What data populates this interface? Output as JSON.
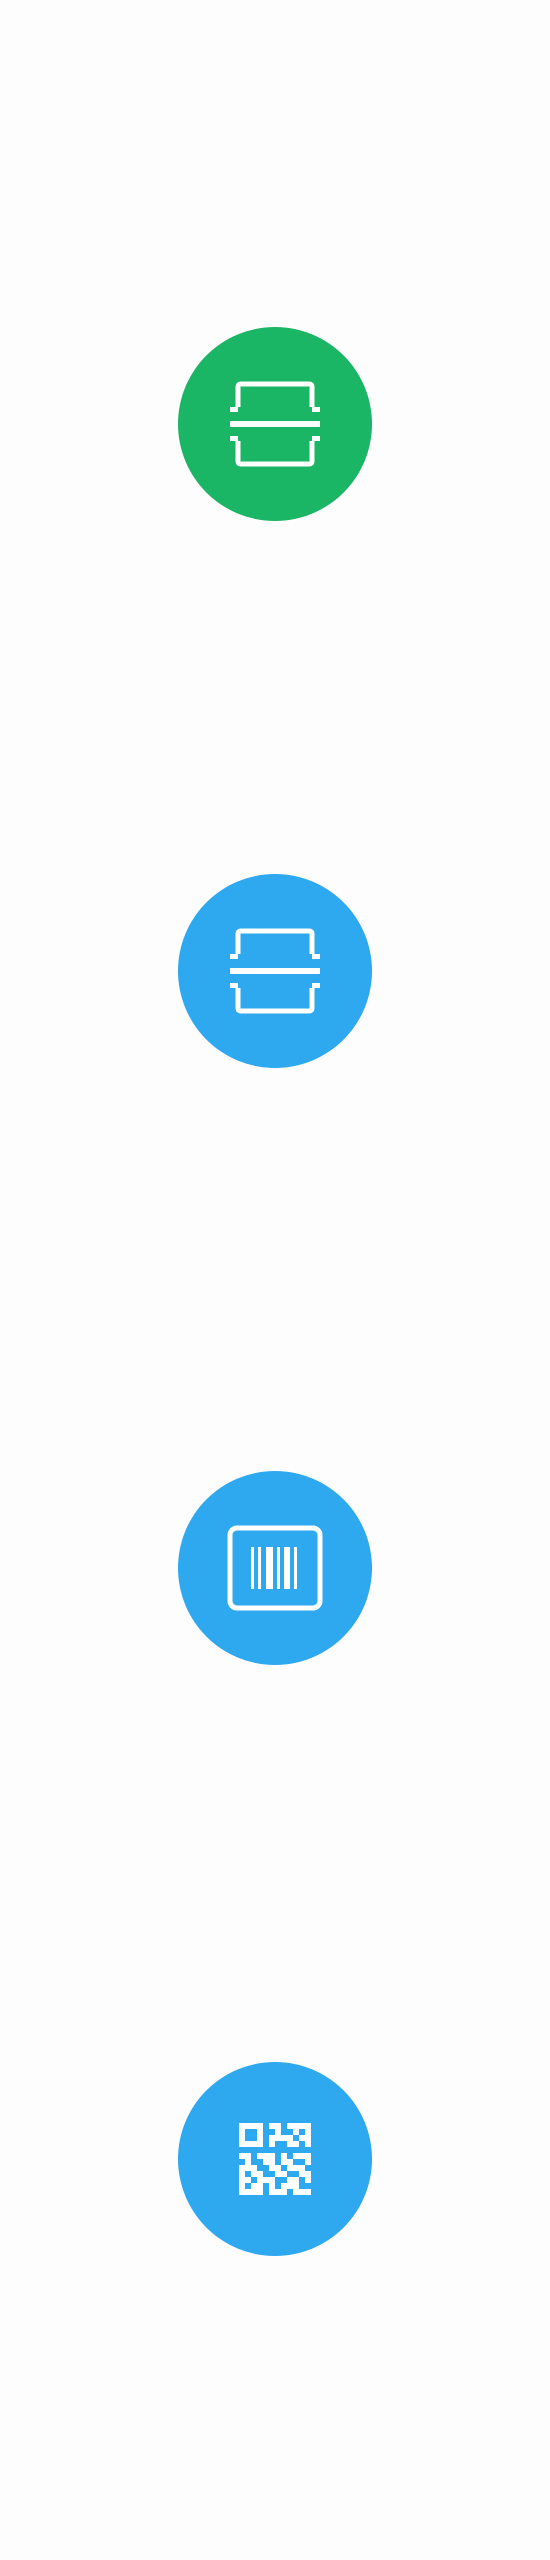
{
  "colors": {
    "background": "#fdfdfd",
    "scan_active": "#1bb566",
    "scan_default": "#2ea8ee",
    "icon": "#ffffff"
  },
  "buttons": [
    {
      "icon": "scan-frame-icon",
      "color": "#1bb566",
      "state": "active"
    },
    {
      "icon": "scan-frame-icon",
      "color": "#2ea8ee",
      "state": "default"
    },
    {
      "icon": "barcode-icon",
      "color": "#2ea8ee",
      "state": "default"
    },
    {
      "icon": "qr-code-icon",
      "color": "#2ea8ee",
      "state": "default"
    }
  ]
}
